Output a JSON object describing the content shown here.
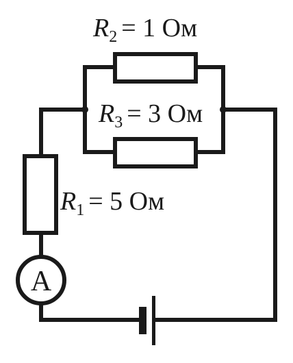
{
  "resistors": {
    "r1": {
      "symbol": "R",
      "index": "1",
      "value": "= 5 Ом"
    },
    "r2": {
      "symbol": "R",
      "index": "2",
      "value": "= 1 Ом"
    },
    "r3": {
      "symbol": "R",
      "index": "3",
      "value": "= 3 Ом"
    }
  },
  "ammeter": {
    "letter": "A"
  },
  "colors": {
    "ink": "#1a1a1a",
    "background": "#ffffff"
  }
}
